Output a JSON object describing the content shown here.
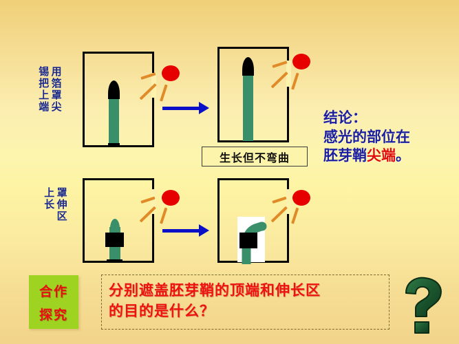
{
  "slide": {
    "background_top": "#f0d078",
    "background_mid": "#fdf4ac",
    "background_bottom": "#f2d48a"
  },
  "labels": {
    "experiment1": {
      "col_right": "用箔罩尖",
      "col_left": "锡把上端",
      "full_text": "用锡箔把罩上尖端"
    },
    "experiment2": {
      "col_right": "罩伸区",
      "col_left": "上长",
      "full_text": "罩上伸长区"
    }
  },
  "caption": {
    "text": "生长但不弯曲"
  },
  "conclusion": {
    "line1": "结论：",
    "line2": "感光的部位在",
    "line3_prefix": "胚芽鞘",
    "line3_highlight": "尖端",
    "line3_suffix": "。",
    "text_color": "#1b1fa0",
    "highlight_color": "#e10d0d"
  },
  "inquiry": {
    "badge_line1": "合作",
    "badge_line2": "探究",
    "badge_color": "#9fd322",
    "badge_text_color": "#e61010",
    "question_line1": "分别遮盖胚芽鞘的顶端和伸长区",
    "question_line2": "的目的是什么？",
    "question_color": "#ee1111"
  },
  "diagram": {
    "sun_color": "#e60000",
    "ray_color": "#e08a28",
    "arrow_color": "#0a10c8",
    "stem_color": "#3a8f6b",
    "foil_color": "#000000",
    "box_border_color": "#050505",
    "question_mark_color": "#1f5c33"
  }
}
